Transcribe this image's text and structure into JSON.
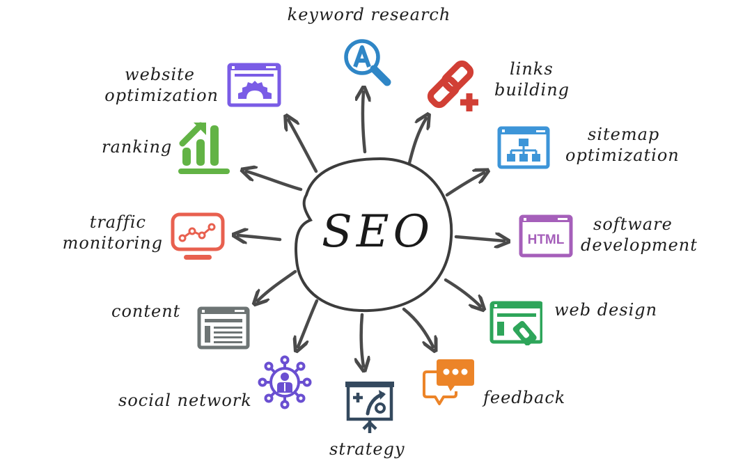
{
  "center": {
    "label": "SEO"
  },
  "colors": {
    "arrow": "#4a4a4a",
    "keyword_research": "#2f86c6",
    "links_building": "#d13f35",
    "sitemap_optimization": "#3d95d8",
    "software_development": "#a55fba",
    "web_design": "#2ea55a",
    "feedback": "#ec8428",
    "strategy": "#34495e",
    "social_network": "#6a4fd1",
    "content": "#6d7474",
    "traffic_monitoring": "#e8604f",
    "ranking": "#62b345",
    "website_optimization": "#7a5ce6"
  },
  "nodes": [
    {
      "id": "keyword_research",
      "icon": "magnifier-letter-a-icon",
      "lines": [
        "keyword research"
      ]
    },
    {
      "id": "links_building",
      "icon": "chain-link-plus-icon",
      "lines": [
        "links",
        "building"
      ]
    },
    {
      "id": "sitemap_optimization",
      "icon": "sitemap-window-icon",
      "lines": [
        "sitemap",
        "optimization"
      ]
    },
    {
      "id": "software_development",
      "icon": "html-window-icon",
      "icon_text": "HTML",
      "lines": [
        "software",
        "development"
      ]
    },
    {
      "id": "web_design",
      "icon": "design-window-icon",
      "lines": [
        "web design"
      ]
    },
    {
      "id": "feedback",
      "icon": "chat-bubbles-icon",
      "lines": [
        "feedback"
      ]
    },
    {
      "id": "strategy",
      "icon": "strategy-board-icon",
      "lines": [
        "strategy"
      ]
    },
    {
      "id": "social_network",
      "icon": "social-network-icon",
      "lines": [
        "social network"
      ]
    },
    {
      "id": "content",
      "icon": "content-window-icon",
      "lines": [
        "content"
      ]
    },
    {
      "id": "traffic_monitoring",
      "icon": "monitor-chart-icon",
      "lines": [
        "traffic",
        "monitoring"
      ]
    },
    {
      "id": "ranking",
      "icon": "bar-chart-up-icon",
      "lines": [
        "ranking"
      ]
    },
    {
      "id": "website_optimization",
      "icon": "gear-window-icon",
      "lines": [
        "website",
        "optimization"
      ]
    }
  ]
}
